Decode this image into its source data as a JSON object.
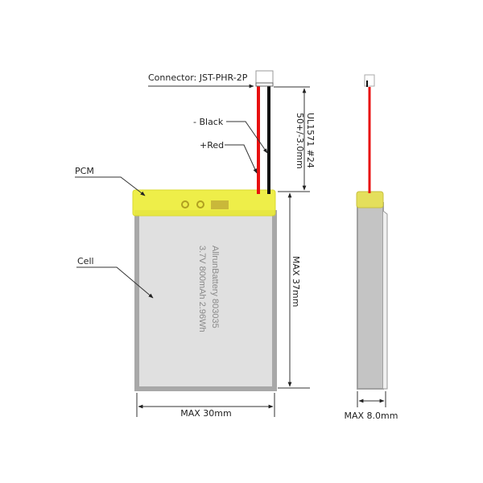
{
  "labels": {
    "connector": "Connector: JST-PHR-2P",
    "black": "- Black",
    "red": "+Red",
    "pcm": "PCM",
    "cell": "Cell"
  },
  "dimensions": {
    "wire_spec": "UL1571 #24",
    "wire_length": "50+/-3.0mm",
    "height": "MAX 37mm",
    "width": "MAX 30mm",
    "thickness": "MAX 8.0mm"
  },
  "cell_print": {
    "line1": "AllrunBattery 803035",
    "line2": "3.7V 800mAh 2.96Wh"
  },
  "colors": {
    "red_wire": "#e81010",
    "black_wire": "#111111",
    "pcm": "#eded3a",
    "cell_fill": "#e0e0e0",
    "cell_border": "#a8a8a8"
  }
}
